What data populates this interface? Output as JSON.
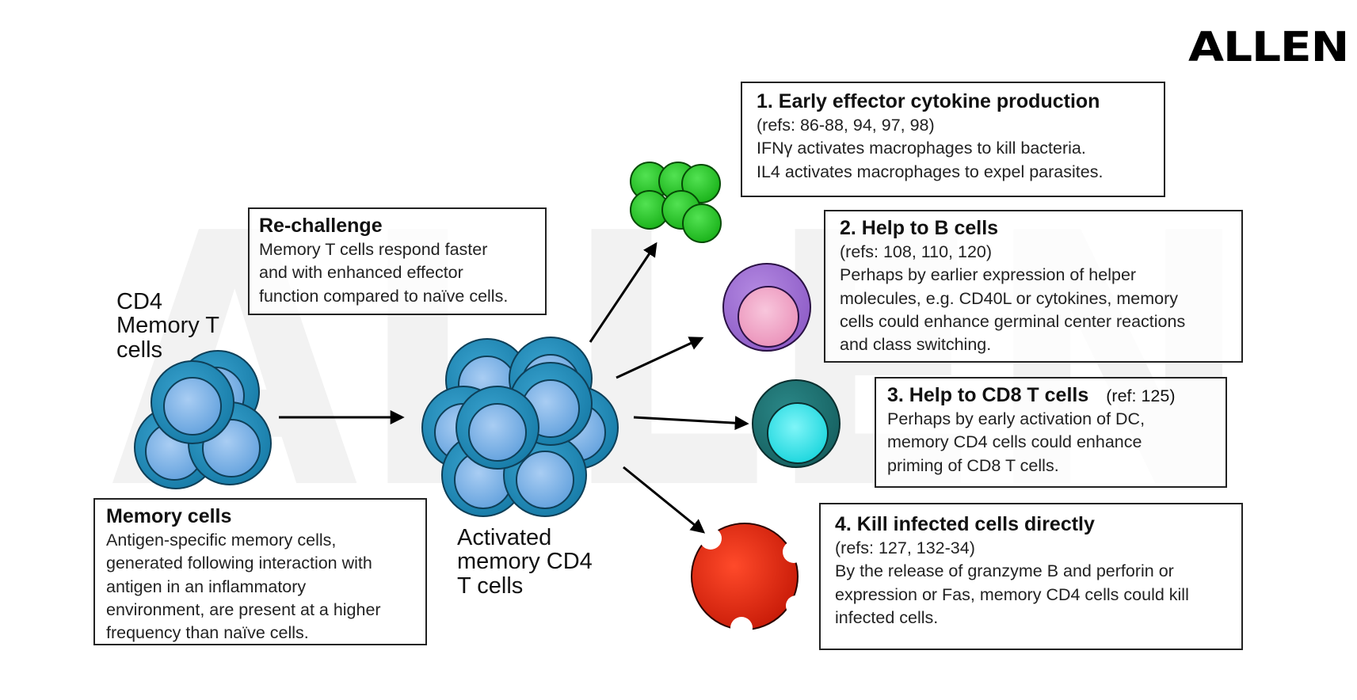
{
  "logo": {
    "text": "ALLEN"
  },
  "watermark": {
    "text": "ALLEN"
  },
  "labels": {
    "cd4_memory": "CD4\nMemory T\ncells",
    "activated": "Activated\nmemory CD4\nT cells"
  },
  "boxes": {
    "rechallenge": {
      "title": "Re-challenge",
      "lines": [
        "Memory T cells respond faster",
        "and with enhanced effector",
        "function compared to naïve cells."
      ]
    },
    "memory_cells": {
      "title": "Memory cells",
      "lines": [
        "Antigen-specific memory cells,",
        "generated following interaction with",
        "antigen in an inflammatory",
        "environment, are present at a higher",
        "frequency than naïve cells."
      ]
    },
    "outcome1": {
      "title": "1. Early effector cytokine production",
      "refs": "(refs: 86-88, 94, 97, 98)",
      "lines": [
        "IFNγ activates macrophages to kill bacteria.",
        "IL4 activates macrophages to expel parasites."
      ]
    },
    "outcome2": {
      "title": "2. Help to B cells",
      "refs": "(refs: 108, 110, 120)",
      "lines": [
        "Perhaps by earlier expression of helper",
        "molecules, e.g. CD40L or cytokines, memory",
        "cells could enhance germinal center reactions",
        "and class switching."
      ]
    },
    "outcome3": {
      "title": "3. Help to CD8 T cells",
      "refs": "(ref: 125)",
      "lines": [
        "Perhaps by early activation of  DC,",
        "memory CD4 cells could enhance",
        "priming of CD8 T cells."
      ]
    },
    "outcome4": {
      "title": "4. Kill infected cells directly",
      "refs": "(refs: 127, 132-34)",
      "lines": [
        "By the release of granzyme B and perforin or",
        "expression or Fas, memory CD4 cells could kill",
        "infected cells."
      ]
    }
  },
  "colors": {
    "tcell_ring": "#1f87b4",
    "tcell_core": "#6aa9e2",
    "green_cells": "#22c322",
    "bcell_ring": "#9a6ad0",
    "bcell_core": "#f0a4c6",
    "cd8_ring": "#1d7070",
    "cd8_core": "#1fe3ea",
    "infected_cell": "#e4230e",
    "watermark": "#f1f1f1"
  }
}
